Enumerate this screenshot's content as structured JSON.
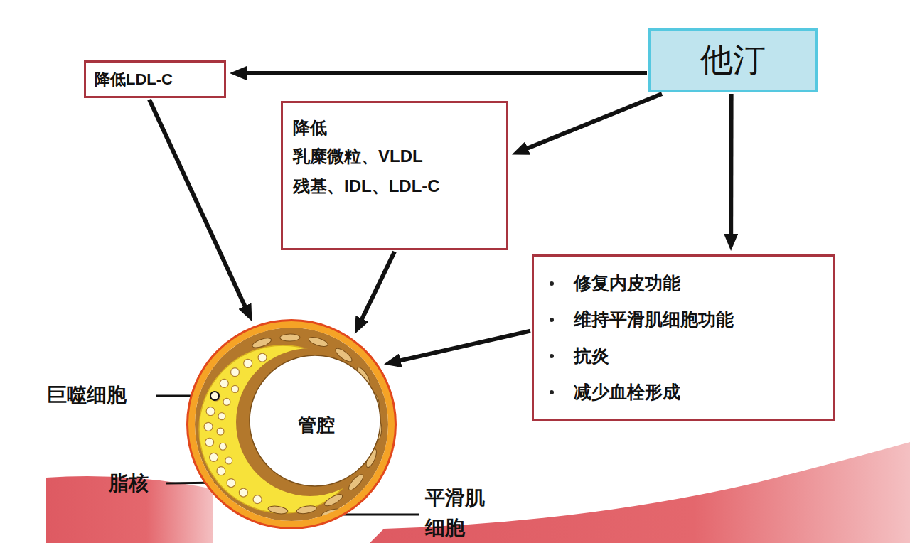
{
  "diagram": {
    "nodes": [
      {
        "text": [
          "降低LDL-C"
        ]
      },
      {
        "text": [
          "他汀"
        ]
      },
      {
        "text": [
          "降低",
          "乳糜微粒、VLDL 残基、IDL、LDL-C"
        ]
      },
      {
        "text": [
          "修复内皮功能",
          "维持平滑肌细胞功能",
          "抗炎",
          "减少血栓形成"
        ]
      },
      {
        "text": [
          "管腔"
        ]
      }
    ],
    "edges": [
      {
        "from": 1,
        "to": 0,
        "arrow": "to"
      },
      {
        "from": 1,
        "to": 2,
        "arrow": "to"
      },
      {
        "from": 1,
        "to": 3,
        "arrow": "to"
      },
      {
        "from": 0,
        "to": 4,
        "arrow": "to"
      },
      {
        "from": 2,
        "to": 4,
        "arrow": "to"
      },
      {
        "from": 3,
        "to": 4,
        "arrow": "to"
      }
    ],
    "labels": [
      "巨噬细胞",
      "脂核",
      "平滑肌 细胞"
    ]
  }
}
